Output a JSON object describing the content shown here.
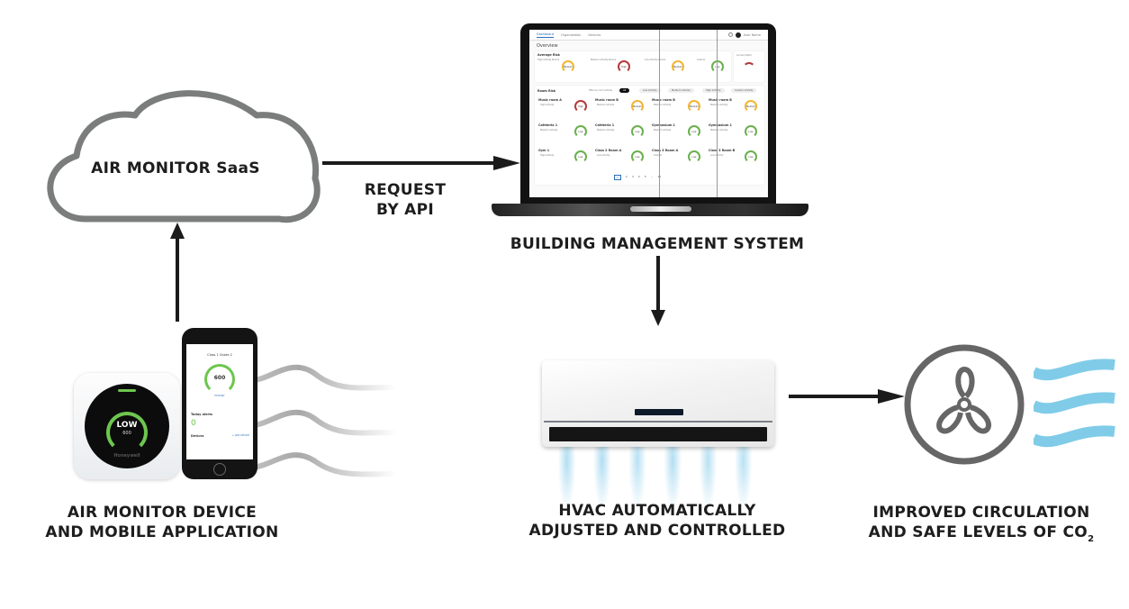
{
  "nodes": {
    "saas": {
      "label": "AIR MONITOR SaaS"
    },
    "bms": {
      "label": "BUILDING MANAGEMENT SYSTEM"
    },
    "device": {
      "label_line1": "AIR MONITOR DEVICE",
      "label_line2": "AND MOBILE APPLICATION"
    },
    "hvac": {
      "label_line1": "HVAC AUTOMATICALLY",
      "label_line2": "ADJUSTED AND CONTROLLED"
    },
    "circulation": {
      "label_line1": "IMPROVED CIRCULATION",
      "label_line2": "AND SAFE LEVELS OF CO",
      "label_subscript": "2"
    }
  },
  "edges": {
    "saas_to_bms": {
      "label_line1": "REQUEST",
      "label_line2": "BY API"
    }
  },
  "dashboard": {
    "tabs": [
      "Dashboard",
      "Organization",
      "Devices"
    ],
    "user_name": "User Name",
    "title": "Overview",
    "average_risk_label": "Average Risk",
    "risk_cards": [
      {
        "name": "High Activity Rooms",
        "level": "Medium"
      },
      {
        "name": "Medium Activity Rooms",
        "level": "High"
      },
      {
        "name": "Low Activity Rooms",
        "level": "Medium"
      },
      {
        "name": "Custom",
        "level": "Low"
      }
    ],
    "current_alerts_label": "Current Alerts",
    "room_risk_label": "Room Risk",
    "filter_label": "Filter by room activity",
    "filters": [
      "All",
      "Low Activity",
      "Medium Activity",
      "High Activity",
      "Custom Activity"
    ],
    "rooms": [
      {
        "name": "Music room A",
        "activity": "High Activity",
        "level": "High"
      },
      {
        "name": "Music room B",
        "activity": "Medium Activity",
        "level": "Medium"
      },
      {
        "name": "Music room B",
        "activity": "Medium Activity",
        "level": "Medium"
      },
      {
        "name": "Music room B",
        "activity": "Medium Activity",
        "level": "Medium"
      },
      {
        "name": "Cafeteria 1",
        "activity": "Medium Activity",
        "level": "Low"
      },
      {
        "name": "Cafeteria 1",
        "activity": "Medium Activity",
        "level": "Low"
      },
      {
        "name": "Gymnasium 1",
        "activity": "Medium Activity",
        "level": "Low"
      },
      {
        "name": "Gymnasium 1",
        "activity": "Medium Activity",
        "level": "Low"
      },
      {
        "name": "Gym 1",
        "activity": "High Activity",
        "level": "Low"
      },
      {
        "name": "Class 2 Room A",
        "activity": "Low Activity",
        "level": "Low"
      },
      {
        "name": "Class 3 Room A",
        "activity": "Custom",
        "level": "Low"
      },
      {
        "name": "Class 3 Room B",
        "activity": "Low Activity",
        "level": "Low"
      }
    ],
    "pages": [
      "1",
      "2",
      "3",
      "4",
      "5",
      "...",
      "20"
    ]
  },
  "device": {
    "status": "LOW",
    "ppm": "600",
    "brand": "Honeywell"
  },
  "phone": {
    "title": "Class 1 Grade 2",
    "ppm": "600",
    "history_label": "HISTORY",
    "today_label": "Today alerts",
    "today_count": "0",
    "devices_label": "Devices",
    "add_device_label": "+ ADD DEVICE"
  },
  "colors": {
    "arrow": "#1b1b1b",
    "cloud_stroke": "#7a7d7c",
    "fan_stroke": "#666666",
    "waves": "#80cce8",
    "gauge_low": "#6ab04c",
    "gauge_medium": "#f2b535",
    "gauge_high": "#b63a3a"
  }
}
